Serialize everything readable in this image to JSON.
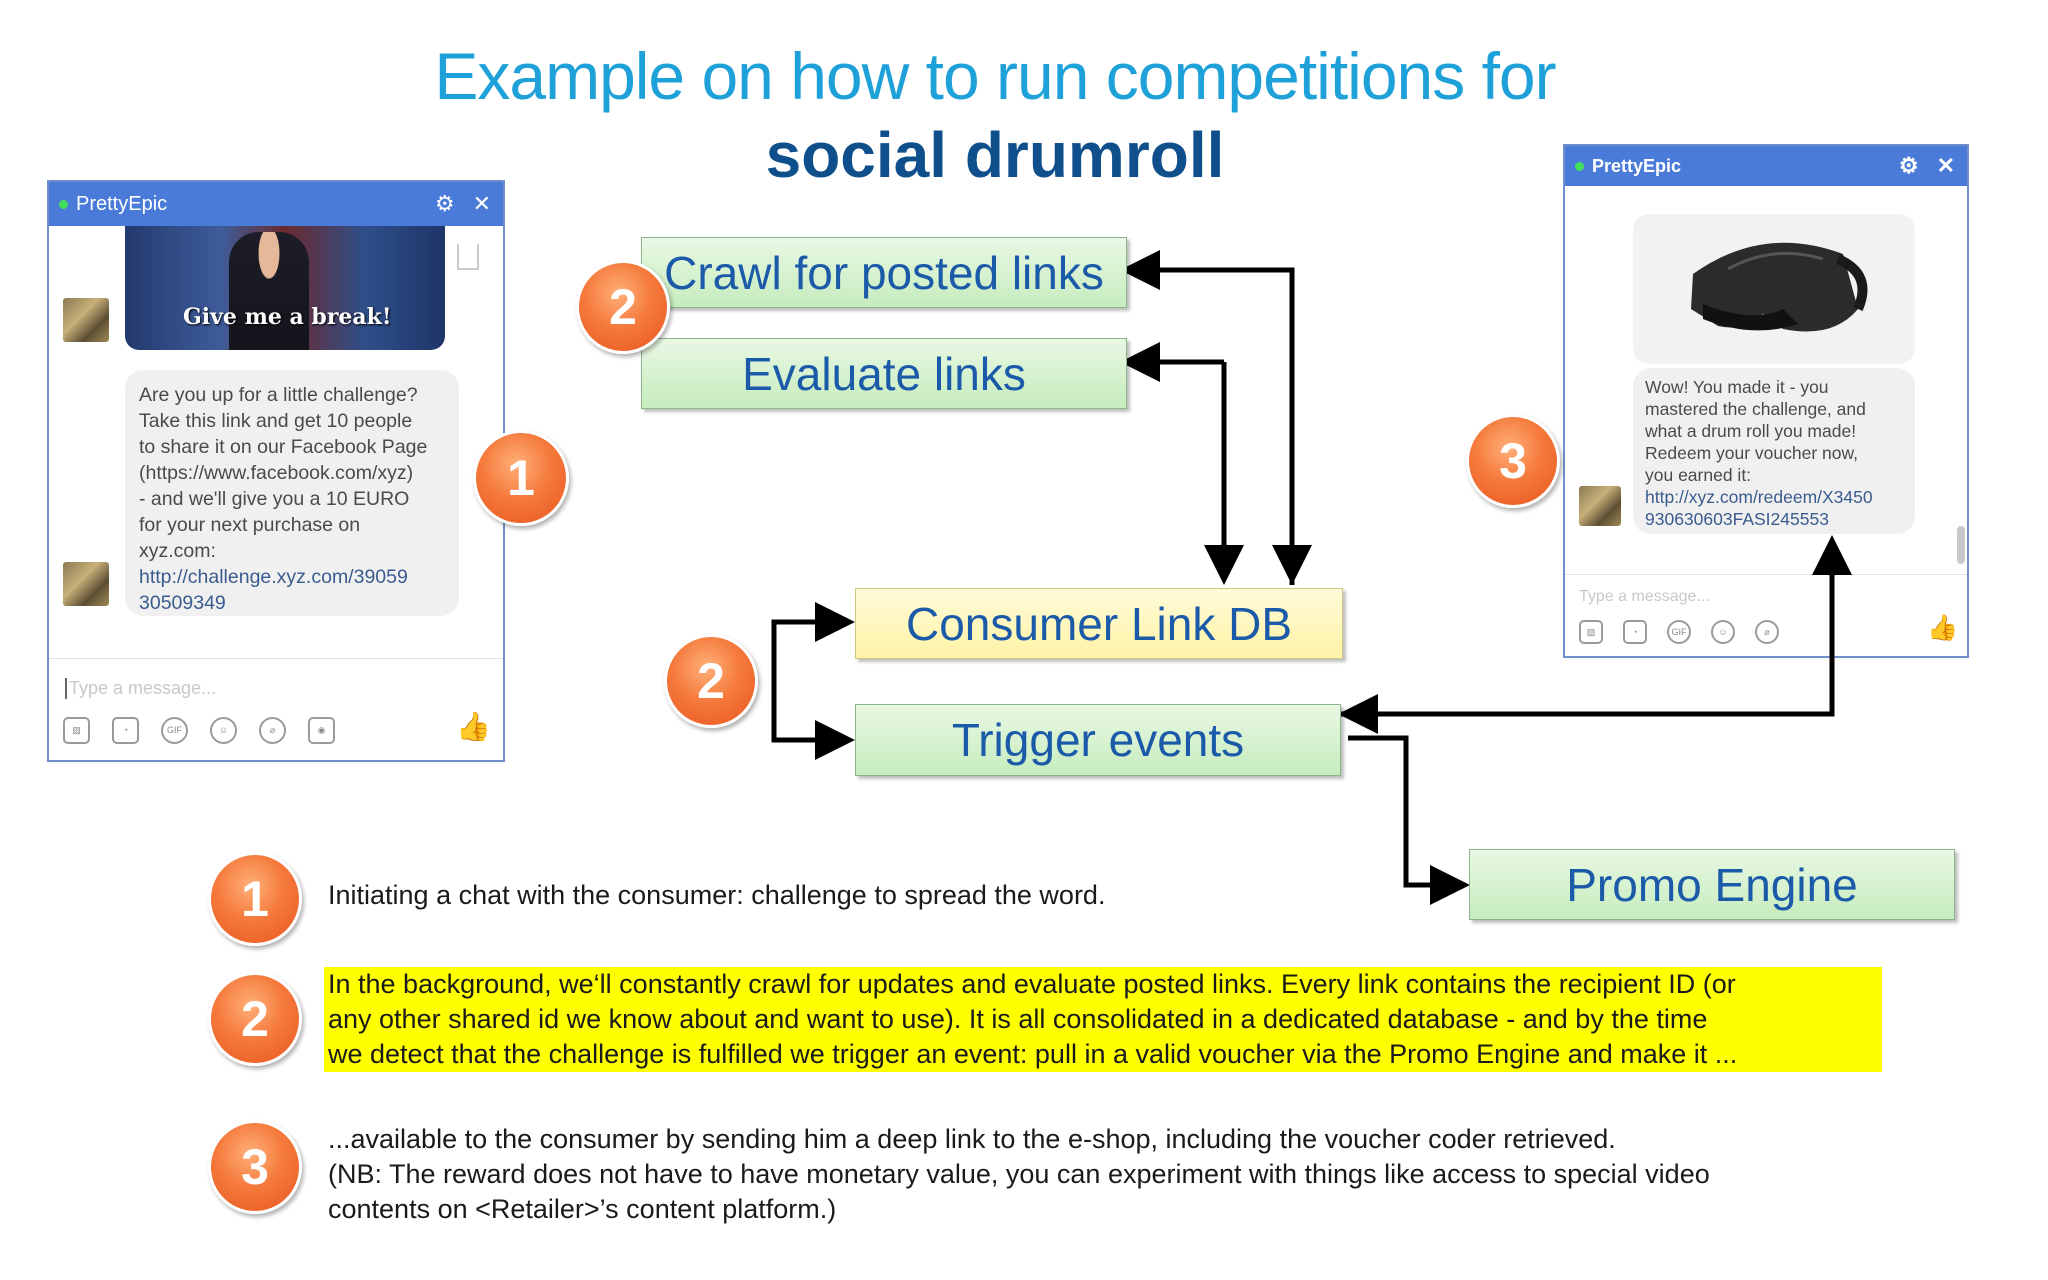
{
  "title": {
    "line1": "Example on how to run competitions for",
    "line2": "social drumroll"
  },
  "chat_left": {
    "name": "PrettyEpic",
    "video_caption": "Give me a break!",
    "message_lines": [
      "Are you up for a little challenge?",
      "Take this link and get 10 people",
      "to share it on our Facebook Page",
      "(https://www.facebook.com/xyz)",
      "- and we'll give you a 10 EURO",
      "for your next purchase on",
      "xyz.com:"
    ],
    "link_lines": [
      "http://challenge.xyz.com/39059",
      "30509349"
    ],
    "input_placeholder": "Type a message...",
    "tool_icons": [
      "image-icon",
      "sticker-icon",
      "gif-icon",
      "emoji-icon",
      "attachment-icon",
      "camera-icon"
    ],
    "gif_label": "GIF"
  },
  "chat_right": {
    "name": "PrettyEpic",
    "message_lines": [
      "Wow! You made it - you",
      "mastered the challenge, and",
      "what a drum roll you made!",
      "Redeem your voucher now,",
      "you earned it:"
    ],
    "link_lines": [
      "http://xyz.com/redeem/X3450",
      "930630603FASI245553"
    ],
    "input_placeholder": "Type a message...",
    "gif_label": "GIF"
  },
  "diagram": {
    "boxes": {
      "crawl": "Crawl for posted links",
      "evaluate": "Evaluate links",
      "db": "Consumer Link DB",
      "trigger": "Trigger events",
      "promo": "Promo Engine"
    },
    "badges": {
      "chat_left": "1",
      "crawl": "2",
      "trigger": "2",
      "chat_right": "3"
    }
  },
  "notes": [
    {
      "number": "1",
      "text": "Initiating a chat with the consumer: challenge to spread the word."
    },
    {
      "number": "2",
      "lines": [
        "In the background, we‘ll constantly crawl for updates and evaluate posted links. Every link contains the recipient ID (or",
        "any other shared id we know about and want to use). It is all consolidated in a dedicated database  - and by the time",
        "we detect that the challenge is fulfilled we trigger an event: pull in a valid voucher via the Promo Engine and make it ..."
      ]
    },
    {
      "number": "3",
      "lines": [
        "...available to the consumer by sending him a deep link to the e-shop, including the voucher coder retrieved.",
        "(NB: The reward does not have to have monetary value, you can experiment with things like access to special video",
        "contents on <Retailer>’s content platform.)"
      ]
    }
  ],
  "colors": {
    "title_light": "#1ea0d8",
    "title_dark": "#0f4f8c",
    "box_text": "#1a5aa8",
    "highlight": "#ffff00",
    "badge": "#f57a3c"
  }
}
